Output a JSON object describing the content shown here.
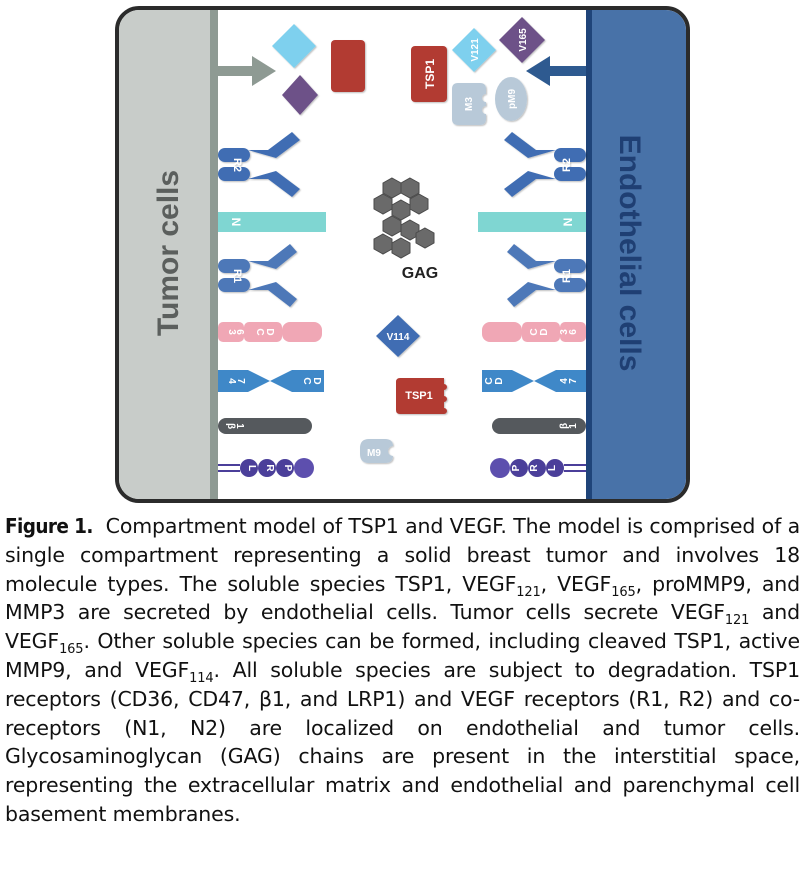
{
  "figure": {
    "left_cell_label": "Tumor cells",
    "right_cell_label": "Endothelial cells",
    "gag_label": "GAG",
    "molecules": {
      "tsp1": "TSP1",
      "v121": "V121",
      "v165": "V165",
      "m3": "M3",
      "pm9": "pM9",
      "v114": "V114",
      "m9": "M9",
      "r2": "R2",
      "r1": "R1",
      "n": "N",
      "cd36_c": "C",
      "cd36_d": "D",
      "cd36_3": "3",
      "cd36_6": "6",
      "cd47_4": "4",
      "cd47_7": "7",
      "b1_b": "β",
      "b1_1": "1",
      "lrp_l": "L",
      "lrp_r": "R",
      "lrp_p": "P"
    },
    "colors": {
      "panel_border": "#2b2b2b",
      "tumor_membrane": "#8e9a93",
      "endothelial_membrane": "#2e5a90",
      "receptor_blue": "#3f6db3",
      "neuropilin": "#7fd6d2",
      "cd36_pink": "#f0a7b5",
      "tsp1_red": "#b23a33",
      "vegf_light": "#7ed0ee",
      "vegf_purple": "#6d5188",
      "mmp_gray": "#b8c9d8",
      "beta1": "#55595d",
      "lrp": "#4b3f9a",
      "gag": "#6a6a6a"
    }
  },
  "caption": {
    "lead": "Figure 1.",
    "p1": "Compartment model of TSP1 and VEGF. The model is comprised of a single compartment representing a solid breast tumor and involves 18 molecule types. The soluble species TSP1, VEGF",
    "s1": "121",
    "p2": ", VEGF",
    "s2": "165",
    "p3": ", proMMP9, and MMP3 are secreted by endothelial cells. Tumor cells secrete VEGF",
    "s3": "121",
    "p4": " and VEGF",
    "s4": "165",
    "p5": ". Other soluble species can be formed, including cleaved TSP1, active MMP9, and VEGF",
    "s5": "114",
    "p6": ". All soluble species are subject to degradation. TSP1 receptors (CD36, CD47, β1, and LRP1) and VEGF receptors (R1, R2) and co-receptors (N1, N2) are localized on endothelial and tumor cells. Glycosaminoglycan (GAG) chains are present in the interstitial space, representing the extracellular matrix and endothelial and parenchymal cell basement membranes."
  }
}
